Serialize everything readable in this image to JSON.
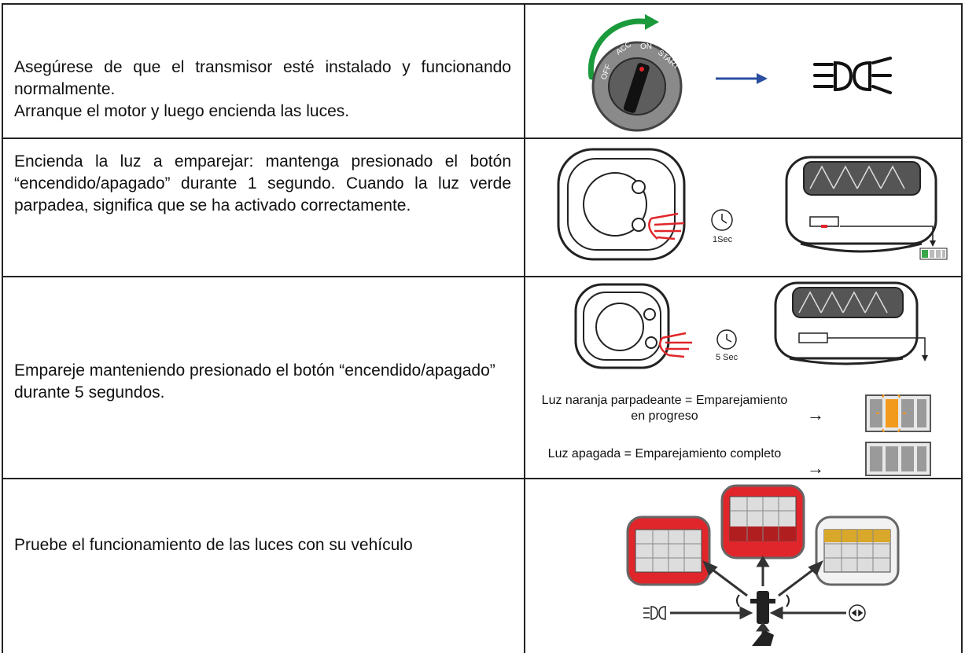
{
  "rows": [
    {
      "text_lines": [
        "Asegúrese de que el transmisor esté instalado y funcionando normalmente.",
        "Arranque el motor y luego encienda las luces."
      ],
      "figure": {
        "key_labels": [
          "OFF",
          "ACC",
          "ON",
          "START"
        ]
      }
    },
    {
      "text": "Encienda la luz a emparejar: mantenga presionado el botón “encendido/apagado” durante 1 segundo. Cuando la luz verde parpadea, significa que se ha activado correctamente.",
      "figure": {
        "timer_label": "1Sec"
      }
    },
    {
      "text": "Empareje manteniendo presionado el botón “encendido/apagado” durante 5 segundos.",
      "figure": {
        "timer_label": "5 Sec",
        "legend": [
          {
            "text": "Luz naranja parpadeante = Emparejamiento en progreso",
            "arrow": "→"
          },
          {
            "text": "Luz apagada = Emparejamiento completo",
            "arrow": "→"
          }
        ]
      }
    },
    {
      "text": "Pruebe el funcionamiento de las luces con su vehículo",
      "figure": {}
    }
  ],
  "colors": {
    "green_arrow": "#1a9a3a",
    "blue_arrow": "#2a4fa0",
    "red_lamp": "#e0262a",
    "amber_lamp": "#d9a82a",
    "orange_led": "#f29a1c",
    "green_led": "#3aa64a"
  }
}
